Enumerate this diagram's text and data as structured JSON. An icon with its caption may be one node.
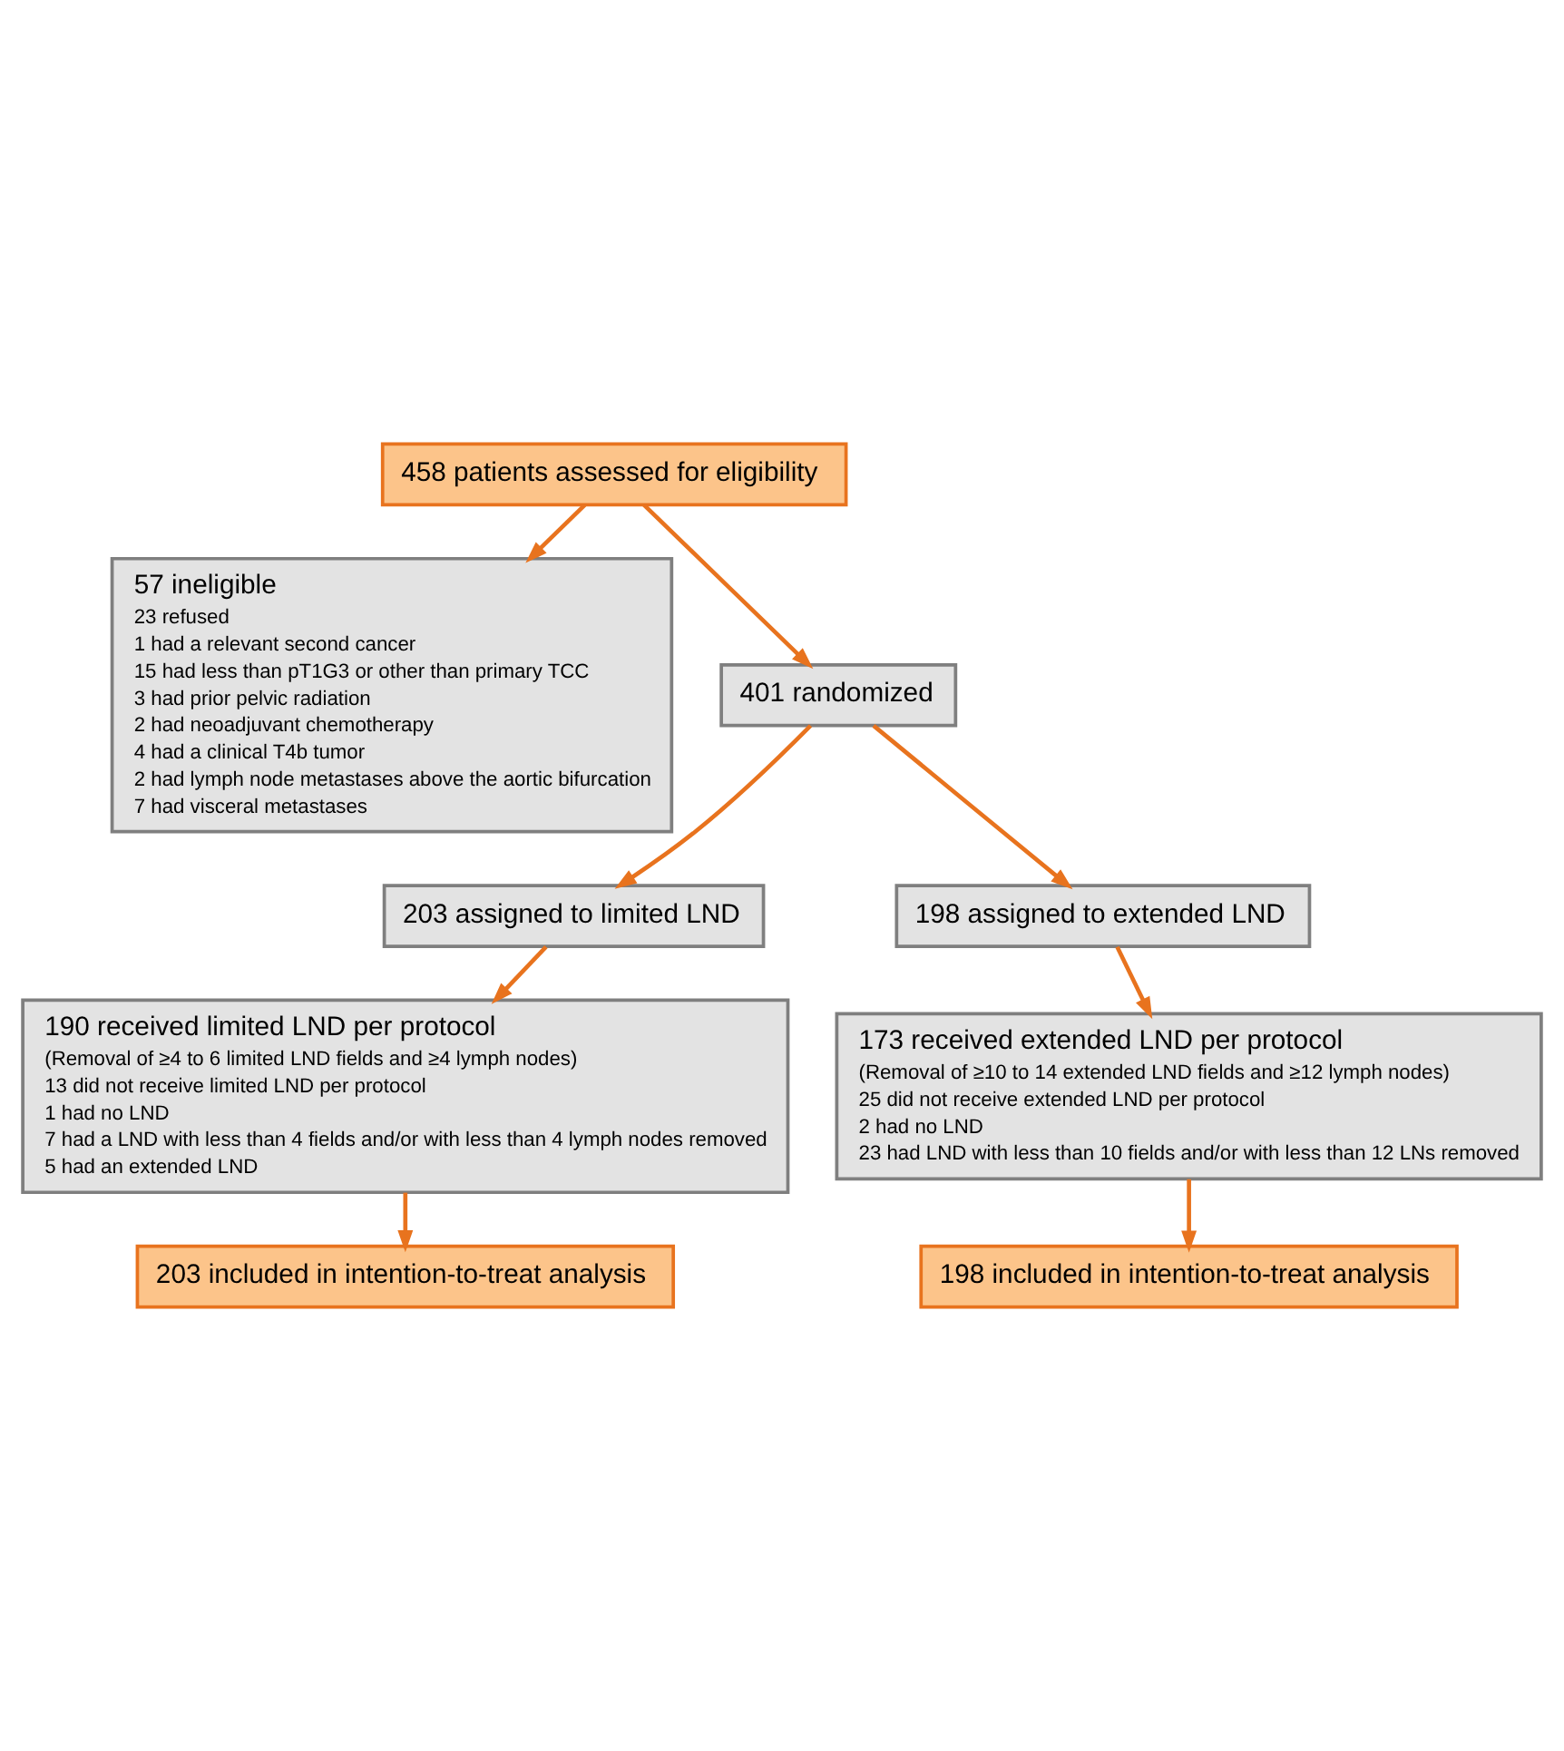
{
  "diagram": {
    "nodes": [
      {
        "text": [
          "458 patients assessed for eligibility"
        ]
      },
      {
        "text": [
          "57 ineligible",
          "23 refused",
          "1 had a relevant second cancer",
          "15 had less than pT1G3 or other than primary TCC",
          "3 had prior pelvic radiation",
          "2 had neoadjuvant chemotherapy",
          "4 had a clinical T4b tumor",
          "2 had lymph node metastases above the aortic bifurcation",
          "7 had visceral metastases"
        ]
      },
      {
        "text": [
          "401 randomized"
        ]
      },
      {
        "text": [
          "203 assigned to limited LND"
        ]
      },
      {
        "text": [
          "198 assigned to extended LND"
        ]
      },
      {
        "text": [
          "190 received limited LND per protocol",
          "(Removal of ≥4 to 6 limited LND fields and ≥4 lymph nodes)",
          "13 did not receive limited LND per protocol",
          "1 had no LND",
          "7 had a LND with less than 4 fields and/or with less than 4 lymph nodes removed",
          "5 had an extended LND"
        ]
      },
      {
        "text": [
          "173 received extended LND per protocol",
          "(Removal of ≥10 to 14 extended LND fields and ≥12 lymph nodes)",
          "25 did not receive extended LND per protocol",
          "2 had no LND",
          "23 had LND with less than 10 fields and/or with less than 12 LNs removed"
        ]
      },
      {
        "text": [
          "203 included in intention-to-treat analysis"
        ]
      },
      {
        "text": [
          "198 included in intention-to-treat analysis"
        ]
      }
    ],
    "edges": [
      {
        "from": 0,
        "to": 2,
        "arrow": "to"
      },
      {
        "from": 0,
        "to": 1,
        "arrow": "to"
      },
      {
        "from": 2,
        "to": 3,
        "arrow": "to"
      },
      {
        "from": 2,
        "to": 4,
        "arrow": "to"
      },
      {
        "from": 3,
        "to": 5,
        "arrow": "to"
      },
      {
        "from": 4,
        "to": 6,
        "arrow": "to"
      },
      {
        "from": 5,
        "to": 7,
        "arrow": "to"
      },
      {
        "from": 6,
        "to": 8,
        "arrow": "to"
      }
    ]
  }
}
